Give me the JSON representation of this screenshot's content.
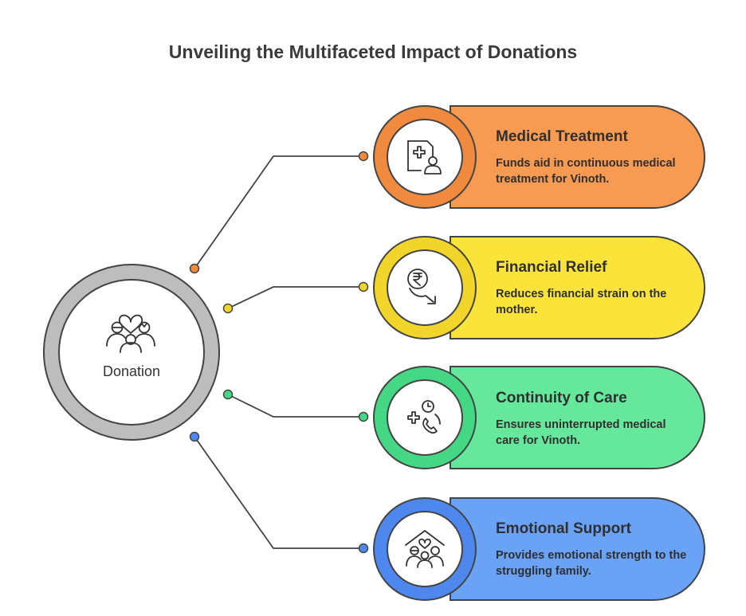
{
  "title": "Unveiling the Multifaceted Impact of Donations",
  "hub": {
    "label": "Donation",
    "icon": "family-heart-icon"
  },
  "cards": [
    {
      "heading": "Medical Treatment",
      "description": "Funds aid in continuous medical treatment for Vinoth.",
      "icon": "medical-record-icon",
      "fill": "#f79a52",
      "ring": "#f08a3e",
      "dot": "#f08a3e"
    },
    {
      "heading": "Financial Relief",
      "description": "Reduces financial strain on the mother.",
      "icon": "rupee-down-icon",
      "fill": "#fbe43a",
      "ring": "#f2d52a",
      "dot": "#f2d52a"
    },
    {
      "heading": "Continuity of Care",
      "description": "Ensures uninterrupted medical care for Vinoth.",
      "icon": "medical-phone-clock-icon",
      "fill": "#66e89c",
      "ring": "#45d884",
      "dot": "#45d884"
    },
    {
      "heading": "Emotional Support",
      "description": "Provides emotional strength to the struggling family.",
      "icon": "family-home-icon",
      "fill": "#6aa2f6",
      "ring": "#4e88ee",
      "dot": "#4e88ee"
    }
  ]
}
